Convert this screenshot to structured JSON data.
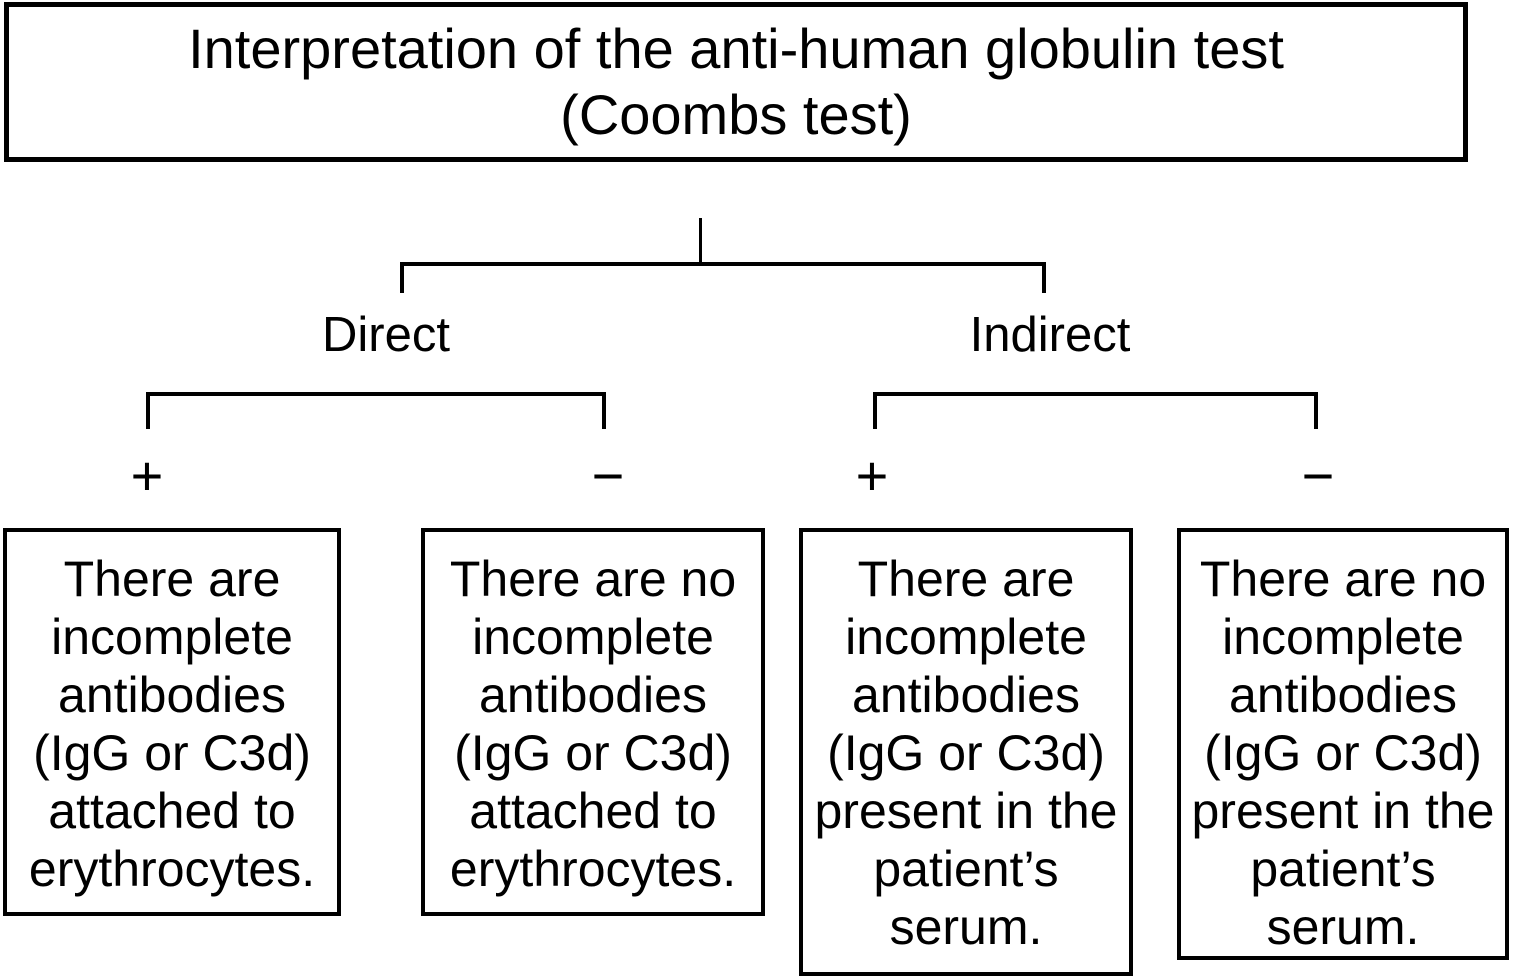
{
  "diagram": {
    "title": "Interpretation of the anti-human globulin test\n(Coombs test)",
    "colors": {
      "line": "#000000",
      "background": "#ffffff",
      "text": "#000000"
    },
    "branches": [
      {
        "label": "Direct",
        "outcomes": [
          {
            "sign": "+",
            "text": "There are\nincomplete\nantibodies\n(IgG or C3d)\nattached to\nerythrocytes."
          },
          {
            "sign": "−",
            "text": "There are no\nincomplete\nantibodies\n(IgG or C3d)\nattached to\nerythrocytes."
          }
        ]
      },
      {
        "label": "Indirect",
        "outcomes": [
          {
            "sign": "+",
            "text": "There are\nincomplete\nantibodies\n(IgG or C3d)\npresent in the\npatient’s\nserum."
          },
          {
            "sign": "−",
            "text": "There are no\nincomplete\nantibodies\n(IgG or C3d)\npresent in the\npatient’s\nserum."
          }
        ]
      }
    ]
  }
}
